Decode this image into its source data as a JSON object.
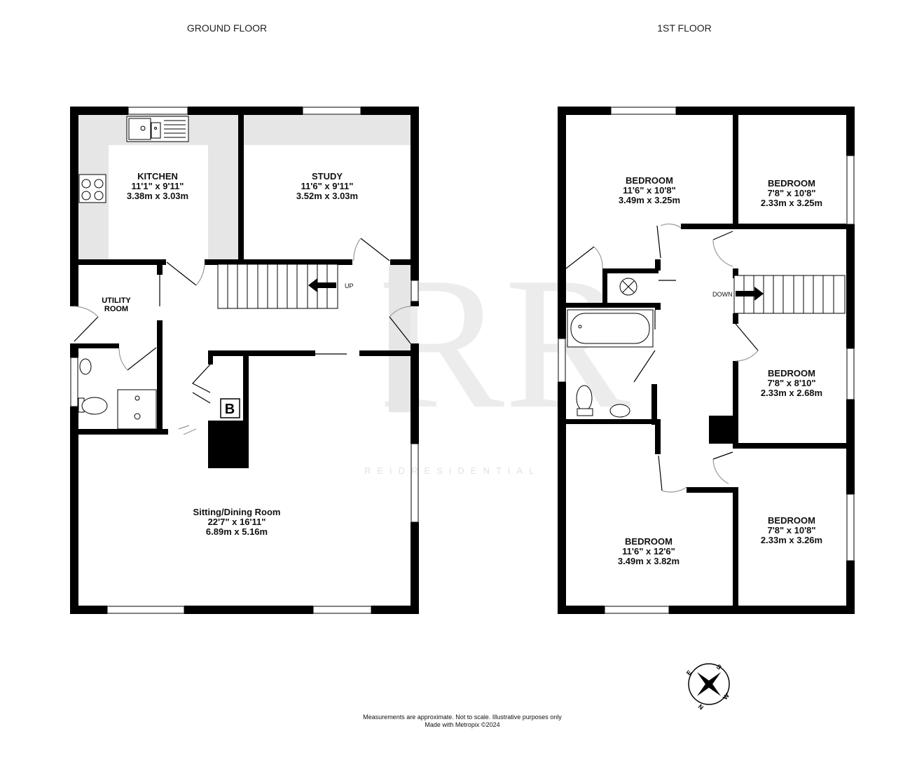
{
  "floors": [
    {
      "title": "GROUND FLOOR",
      "rooms": [
        {
          "name": "KITCHEN",
          "imperial": "11'1\"  x 9'11\"",
          "metric": "3.38m  x 3.03m"
        },
        {
          "name": "STUDY",
          "imperial": "11'6\"  x 9'11\"",
          "metric": "3.52m  x 3.03m"
        },
        {
          "name": "UTILITY",
          "name2": "ROOM"
        },
        {
          "name": "Sitting/Dining Room",
          "imperial": "22'7\"  x 16'11\"",
          "metric": "6.89m  x 5.16m"
        }
      ],
      "stairs_label": "UP",
      "boiler_label": "B"
    },
    {
      "title": "1ST FLOOR",
      "rooms": [
        {
          "name": "BEDROOM",
          "imperial": "11'6\"  x 10'8\"",
          "metric": "3.49m  x 3.25m"
        },
        {
          "name": "BEDROOM",
          "imperial": "7'8\"  x 10'8\"",
          "metric": "2.33m  x 3.25m"
        },
        {
          "name": "BEDROOM",
          "imperial": "7'8\"  x 8'10\"",
          "metric": "2.33m  x 2.68m"
        },
        {
          "name": "BEDROOM",
          "imperial": "11'6\"  x 12'6\"",
          "metric": "3.49m  x 3.82m"
        },
        {
          "name": "BEDROOM",
          "imperial": "7'8\"  x 10'8\"",
          "metric": "2.33m  x 3.26m"
        }
      ],
      "stairs_label": "DOWN"
    }
  ],
  "watermark": {
    "logo": "RR",
    "text": "REIDRESIDENTIAL"
  },
  "compass": {
    "n": "N",
    "s": "S",
    "e": "E",
    "w": "W"
  },
  "footer": {
    "line1": "Measurements are approximate.  Not to scale.  Illustrative purposes only",
    "line2": "Made with Metropix ©2024"
  },
  "colors": {
    "wall": "#000000",
    "counter": "#e6e6e6",
    "watermark": "#e2e2e2"
  }
}
